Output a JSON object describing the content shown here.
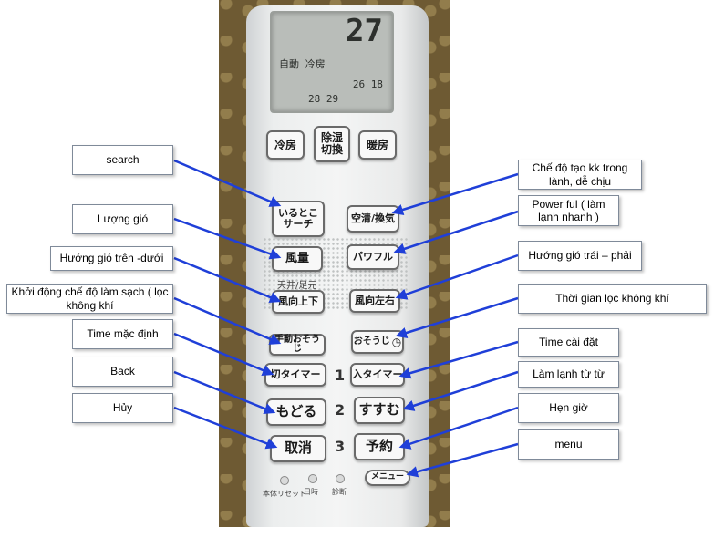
{
  "lcd": {
    "temperature": "27",
    "line1": "自動 冷房",
    "line2": "26  18",
    "line3": "28 29"
  },
  "keys": {
    "cool": "冷房",
    "dehumidify": "除湿\n切換",
    "heat": "暖房",
    "search": "いるとこ\nサーチ",
    "air_clean": "空清/換気",
    "fan_speed": "風量",
    "powerful": "パワフル",
    "vertical_label": "天井/足元",
    "vertical": "風向上下",
    "horizontal": "風向左右",
    "manual_clean": "手動おそうじ",
    "clean_timer": "おそうじ",
    "off_timer": "切タイマー",
    "on_timer": "入タイマー",
    "back": "もどる",
    "next": "すすむ",
    "cancel": "取消",
    "reserve": "予約",
    "menu": "メニュー"
  },
  "digits": [
    "1",
    "2",
    "3"
  ],
  "bottom_labels": [
    "本体リセット",
    "日時",
    "診断"
  ],
  "callouts": {
    "search": "search",
    "fan_amount": "Lượng gió",
    "vertical_dir": "Hướng gió trên -dưới",
    "self_clean": "Khởi động chế độ làm sạch ( lọc không khí",
    "default_time": "Time mặc định",
    "back": "Back",
    "cancel": "Hủy",
    "comfort_mode": "Chế độ tạo kk trong lành, dễ chịu",
    "powerful": "Power ful ( làm lạnh nhanh )",
    "horizontal_dir": "Hướng  gió trái – phải",
    "filter_time": "Thời gian lọc không khí",
    "set_time": "Time cài đặt",
    "slow_cool": "Làm lạnh từ từ",
    "timer": "Hẹn giờ",
    "menu": "menu"
  },
  "colors": {
    "arrow": "#1f3fd8",
    "callout_border": "#7f8a99"
  }
}
